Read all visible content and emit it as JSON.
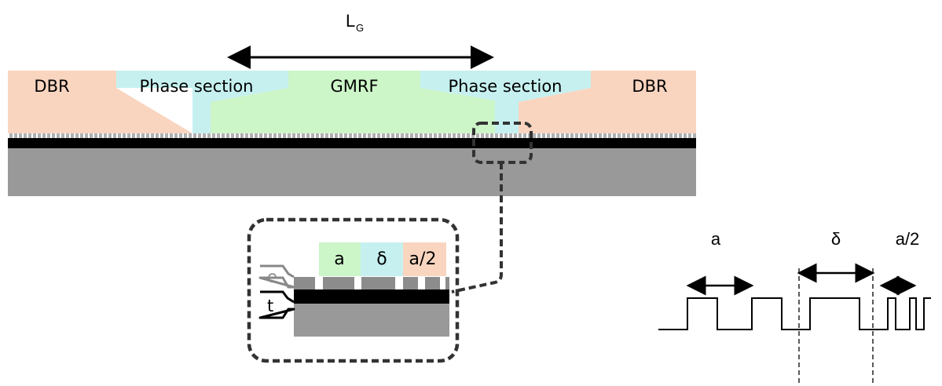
{
  "top_label": {
    "main": "L",
    "sub": "G"
  },
  "sections": {
    "dbr_left": "DBR",
    "phase_left": "Phase section",
    "gmrf": "GMRF",
    "phase_right": "Phase section",
    "dbr_right": "DBR"
  },
  "zoom": {
    "period_a": "a",
    "delta": "δ",
    "half_a": "a/2",
    "etch_label": "e",
    "thickness_label": "t"
  },
  "profile": {
    "period_a": "a",
    "delta": "δ",
    "half_a": "a/2"
  },
  "colors": {
    "dbr": "#f9d5c0",
    "phase": "#c6f0f0",
    "gmrf": "#ccf5c8",
    "substrate": "#999999",
    "waveguide": "#000000",
    "grating": "#888888"
  }
}
